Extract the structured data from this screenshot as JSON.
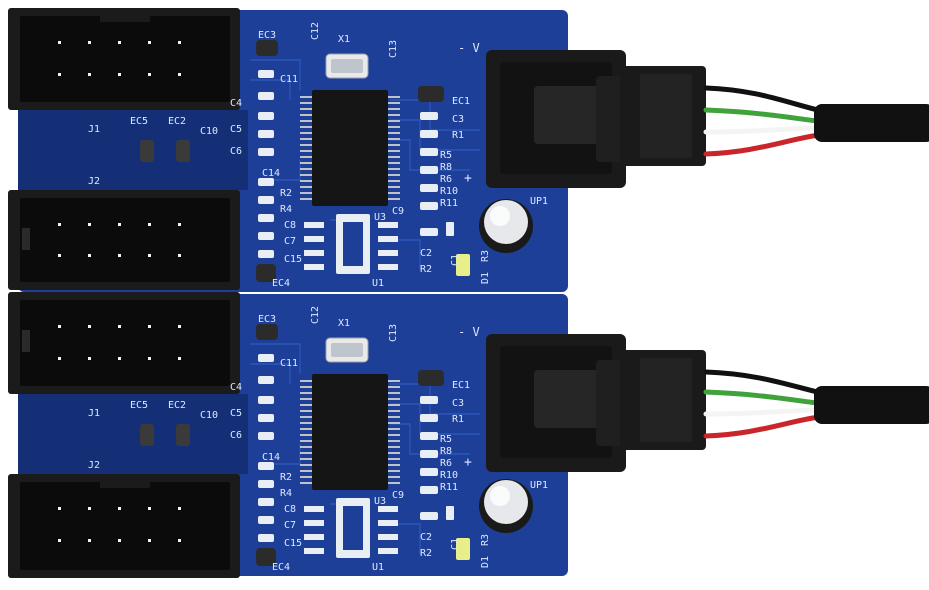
{
  "colors": {
    "background": "#ffffff",
    "pcb": "#1d3f97",
    "pcb_dark": "#112a68",
    "silkscreen": "#dfe8ff",
    "header": "#1b1b1b",
    "header_inner": "#0b0b0b",
    "pin": "#f2f2f2",
    "chip": "#151515",
    "chip_pin": "#bfc3c8",
    "crystal": "#e9e9e9",
    "connector": "#1a1a1a",
    "cable": "#111111",
    "wire_black": "#111111",
    "wire_green": "#3fa23b",
    "wire_white": "#f4f4f4",
    "wire_red": "#c8262a",
    "pad": "#e9edf4",
    "led": "#e8ef8a"
  },
  "boards": [
    {
      "labels": {
        "ec3": "EC3",
        "c12": "C12",
        "x1": "X1",
        "c13": "C13",
        "c11": "C11",
        "c4": "C4",
        "c5": "C5",
        "c6": "C6",
        "ec5": "EC5",
        "ec2": "EC2",
        "c10": "C10",
        "j1": "J1",
        "j2": "J2",
        "c14": "C14",
        "r2": "R2",
        "r4": "R4",
        "c8": "C8",
        "c7": "C7",
        "c15": "C15",
        "ec4": "EC4",
        "u3": "U3",
        "c9": "C9",
        "u1": "U1",
        "c2": "C2",
        "c1": "C1",
        "r3": "R3",
        "d1": "D1",
        "v_minus": "- V",
        "ec1": "EC1",
        "c3": "C3",
        "r1": "R1",
        "r5": "R5",
        "r8": "R8",
        "r6": "R6",
        "r10": "R10",
        "r11": "R11",
        "plus": "+",
        "up1": "UP1"
      }
    },
    {
      "labels": {
        "ec3": "EC3",
        "c12": "C12",
        "x1": "X1",
        "c13": "C13",
        "c11": "C11",
        "c4": "C4",
        "c5": "C5",
        "c6": "C6",
        "ec5": "EC5",
        "ec2": "EC2",
        "c10": "C10",
        "j1": "J1",
        "j2": "J2",
        "c14": "C14",
        "r2": "R2",
        "r4": "R4",
        "c8": "C8",
        "c7": "C7",
        "c15": "C15",
        "ec4": "EC4",
        "u3": "U3",
        "c9": "C9",
        "u1": "U1",
        "c2": "C2",
        "c1": "C1",
        "r3": "R3",
        "d1": "D1",
        "v_minus": "- V",
        "ec1": "EC1",
        "c3": "C3",
        "r1": "R1",
        "r5": "R5",
        "r8": "R8",
        "r6": "R6",
        "r10": "R10",
        "r11": "R11",
        "plus": "+",
        "up1": "UP1"
      }
    }
  ]
}
